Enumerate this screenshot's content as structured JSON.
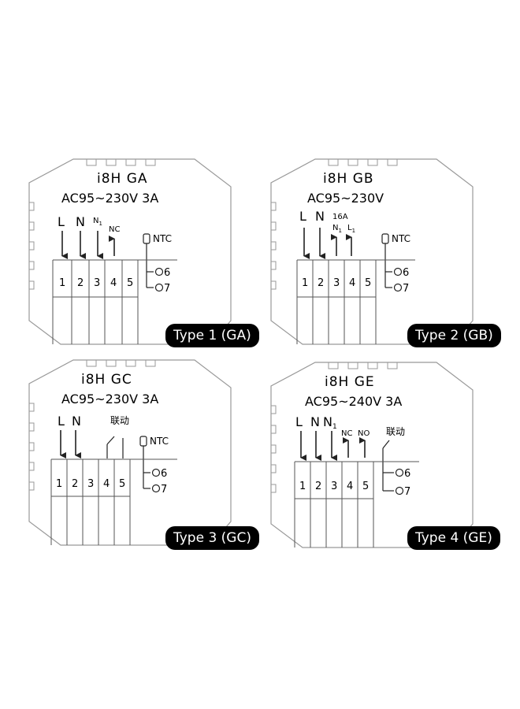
{
  "panels": [
    {
      "model": "i8H  GA",
      "spec": "AC95~230V  3A",
      "badge": "Type 1 (GA)",
      "labels": {
        "l": "L",
        "n": "N",
        "n1": "N",
        "n1_sub": "1",
        "nc": "NC"
      },
      "terminals": [
        "1",
        "2",
        "3",
        "4",
        "5"
      ],
      "ntc": "NTC",
      "out6": "6",
      "out7": "7"
    },
    {
      "model": "i8H  GB",
      "spec": "AC95~230V",
      "badge": "Type 2 (GB)",
      "labels": {
        "l": "L",
        "n": "N",
        "amp": "16A",
        "n1": "N",
        "n1_sub": "1",
        "l1": "L",
        "l1_sub": "1"
      },
      "terminals": [
        "1",
        "2",
        "3",
        "4",
        "5"
      ],
      "ntc": "NTC",
      "out6": "6",
      "out7": "7"
    },
    {
      "model": "i8H  GC",
      "spec": "AC95~230V  3A",
      "badge": "Type 3 (GC)",
      "labels": {
        "l": "L",
        "n": "N",
        "link": "联动"
      },
      "terminals": [
        "1",
        "2",
        "3",
        "4",
        "5"
      ],
      "ntc": "NTC",
      "out6": "6",
      "out7": "7"
    },
    {
      "model": "i8H  GE",
      "spec": "AC95~240V  3A",
      "badge": "Type 4 (GE)",
      "labels": {
        "l": "L",
        "n": "N",
        "n1": "N",
        "n1_sub": "1",
        "nc": "NC",
        "no": "NO",
        "link": "联动"
      },
      "terminals": [
        "1",
        "2",
        "3",
        "4",
        "5"
      ],
      "out6": "6",
      "out7": "7"
    }
  ]
}
